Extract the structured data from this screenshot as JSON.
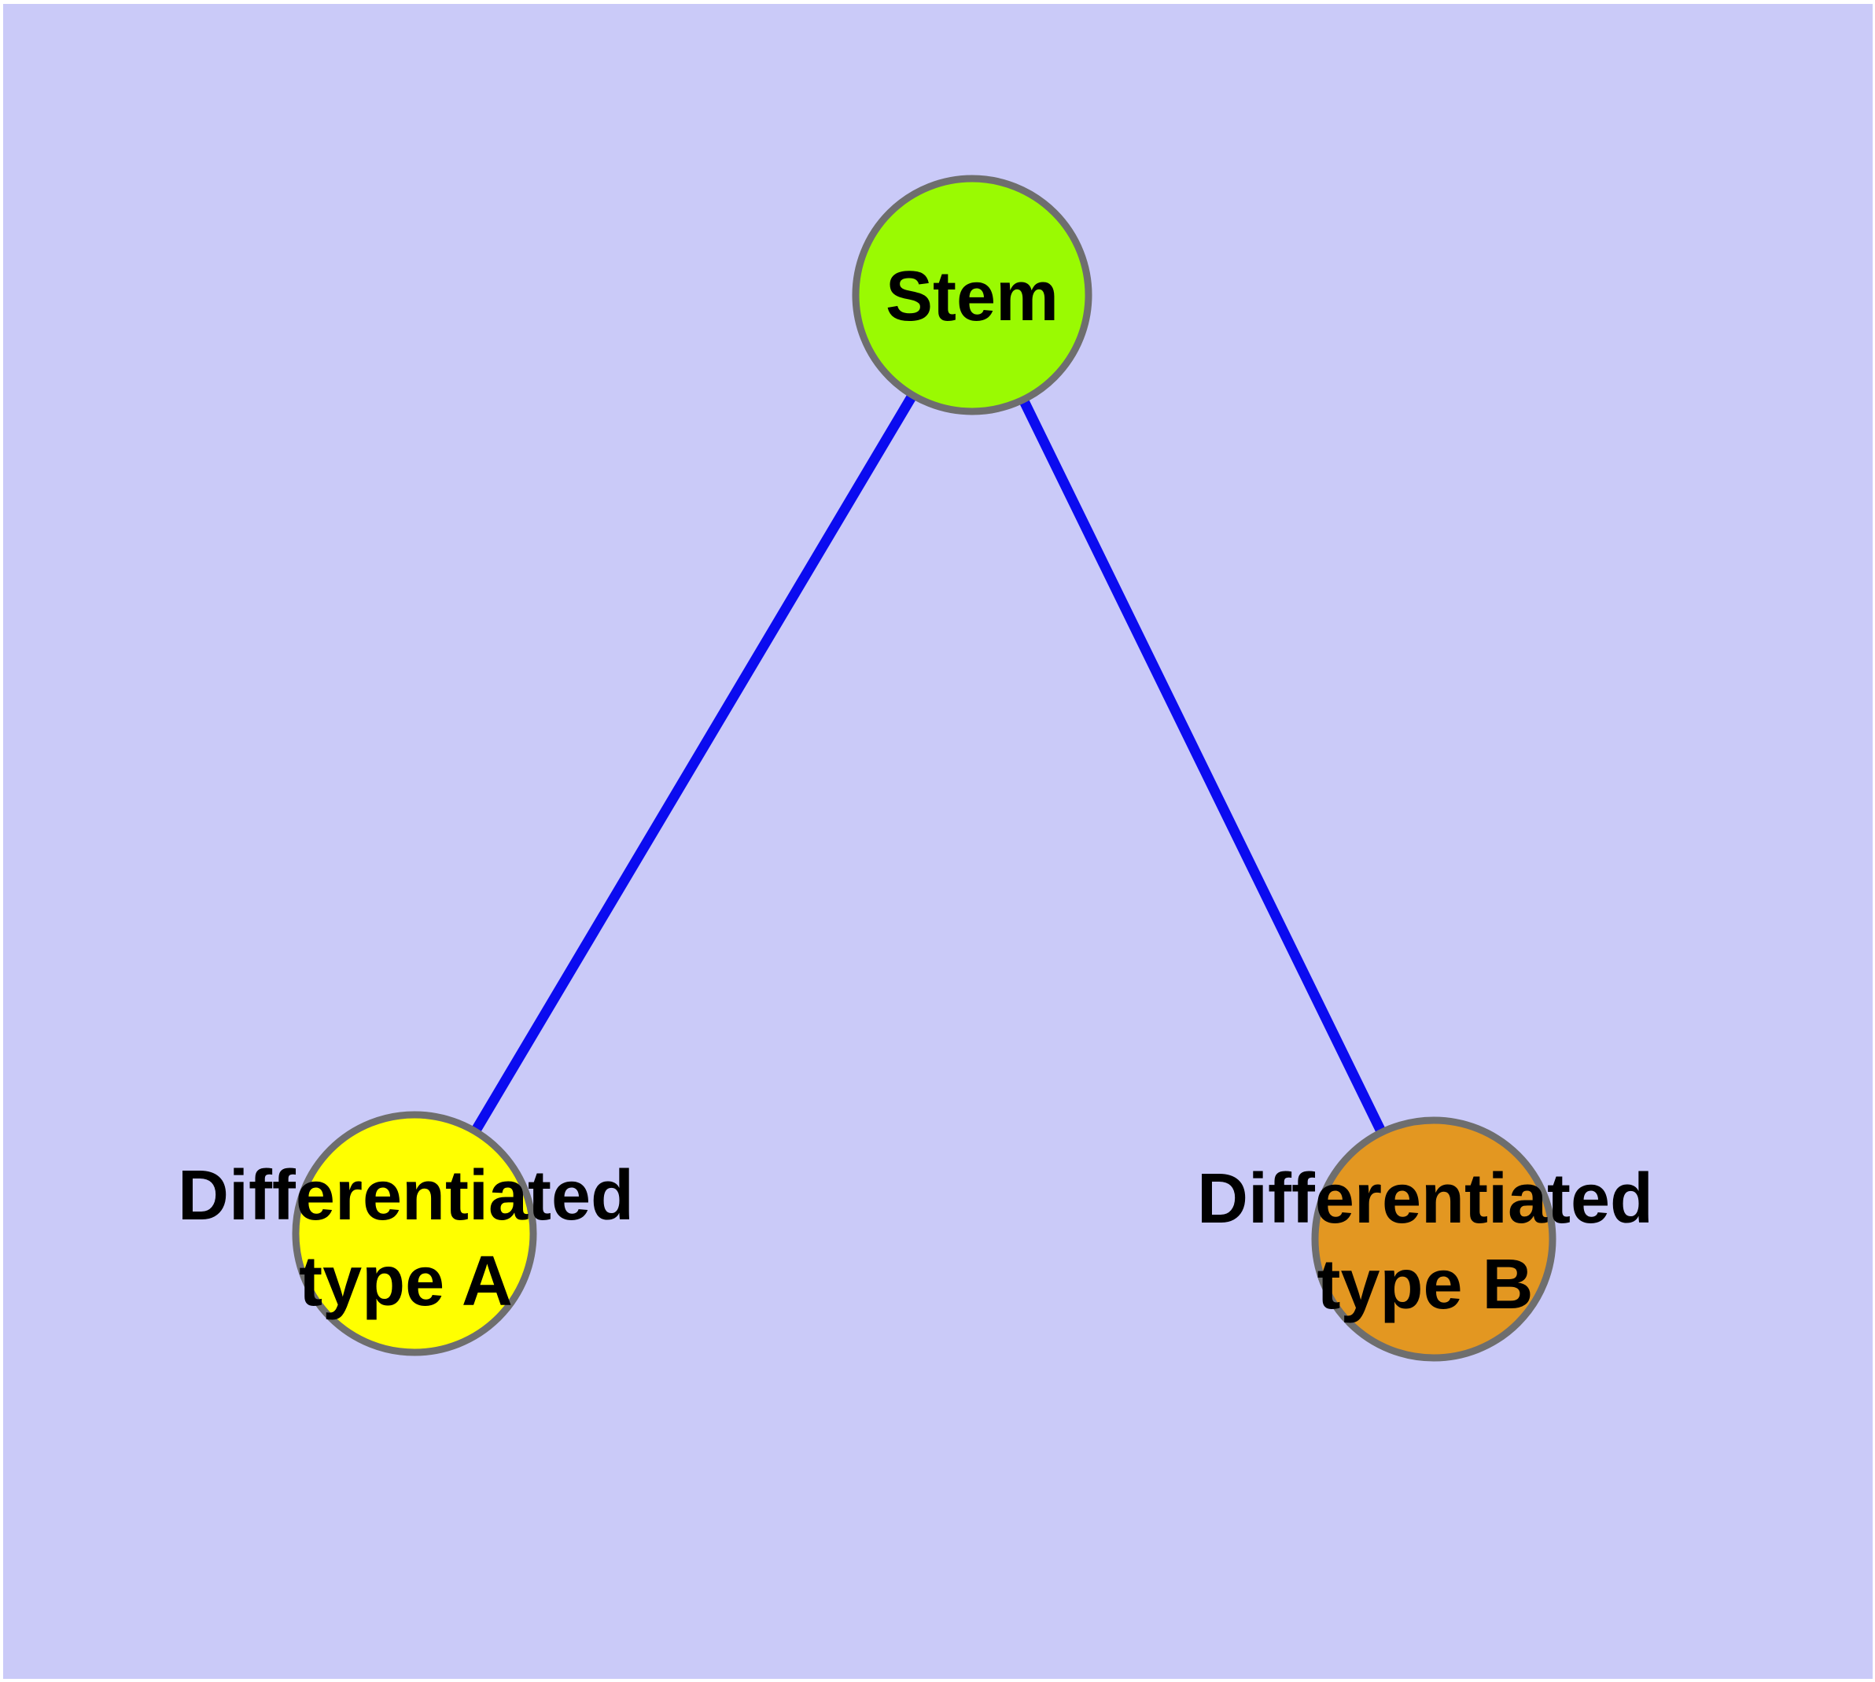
{
  "diagram": {
    "panel_background_color": "#cacaf8",
    "page_border_color": "#ffffff",
    "edge_color": "#0b0bf0",
    "node_border_color": "#6e6e6e",
    "label_color": "#000000",
    "nodes": {
      "stem": {
        "label": "Stem",
        "fill_color": "#9afa02"
      },
      "type_a": {
        "label": "Differentiated type A",
        "label_line1": "Differentiated",
        "label_line2": "type A",
        "fill_color": "#ffff00"
      },
      "type_b": {
        "label": "Differentiated type B",
        "label_line1": "Differentiated",
        "label_line2": "type B",
        "fill_color": "#e39721"
      }
    },
    "edges": [
      {
        "from": "Stem",
        "to": "Differentiated type A"
      },
      {
        "from": "Stem",
        "to": "Differentiated type B"
      }
    ]
  }
}
